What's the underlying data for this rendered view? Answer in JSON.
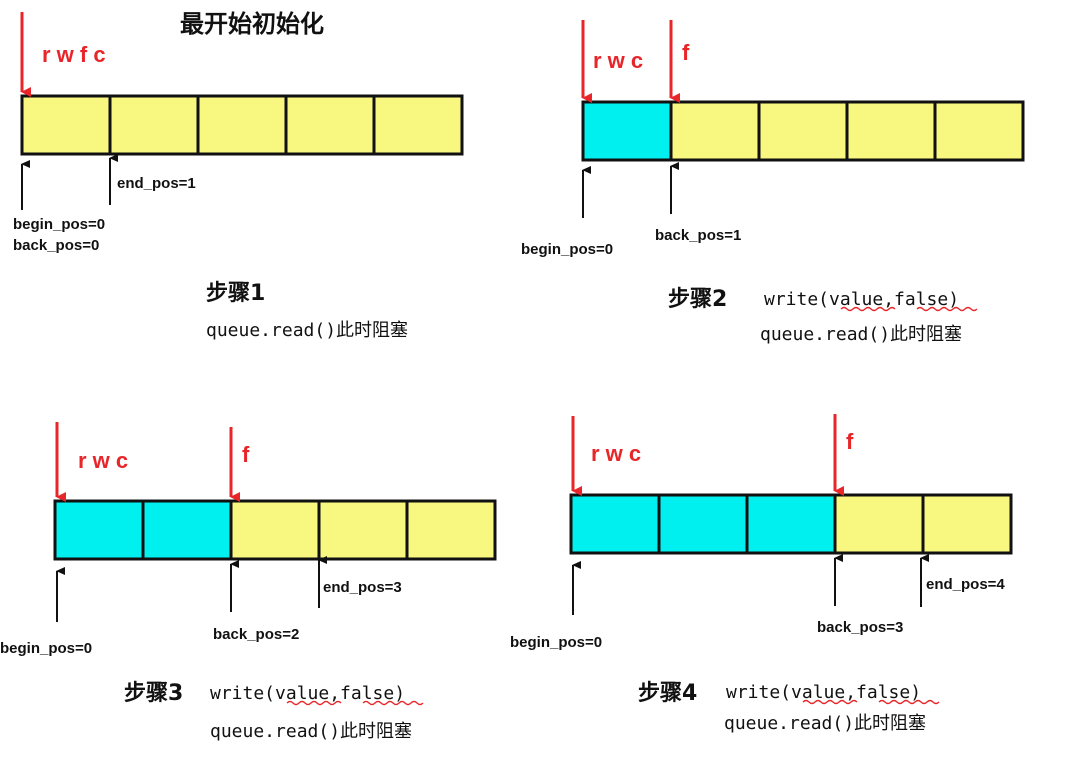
{
  "title": "最开始初始化",
  "colors": {
    "filled": "#00f0f0",
    "empty": "#f8f880",
    "border": "#111111",
    "pointer": "#e8262a"
  },
  "panels": [
    {
      "cells": [
        "empty",
        "empty",
        "empty",
        "empty",
        "empty"
      ],
      "red_labels": [
        "r w f c"
      ],
      "pos_labels": [
        "begin_pos=0",
        "back_pos=0",
        "end_pos=1"
      ],
      "step": "步骤1",
      "code_lines": [
        "queue.read()此时阻塞"
      ],
      "wavy": []
    },
    {
      "cells": [
        "filled",
        "empty",
        "empty",
        "empty",
        "empty"
      ],
      "red_labels": [
        "r w c",
        "f"
      ],
      "pos_labels": [
        "begin_pos=0",
        "back_pos=1"
      ],
      "step": "步骤2",
      "code_lines": [
        "write(value,false)",
        "queue.read()此时阻塞"
      ],
      "wavy": [
        "value",
        "false"
      ]
    },
    {
      "cells": [
        "filled",
        "filled",
        "empty",
        "empty",
        "empty"
      ],
      "red_labels": [
        "r w c",
        "f"
      ],
      "pos_labels": [
        "begin_pos=0",
        "back_pos=2",
        "end_pos=3"
      ],
      "step": "步骤3",
      "code_lines": [
        "write(value,false)",
        "queue.read()此时阻塞"
      ],
      "wavy": [
        "value",
        "false"
      ]
    },
    {
      "cells": [
        "filled",
        "filled",
        "filled",
        "empty",
        "empty"
      ],
      "red_labels": [
        "r w c",
        "f"
      ],
      "pos_labels": [
        "begin_pos=0",
        "back_pos=3",
        "end_pos=4"
      ],
      "step": "步骤4",
      "code_lines": [
        "write(value,false)",
        "queue.read()此时阻塞"
      ],
      "wavy": [
        "value",
        "false"
      ]
    }
  ]
}
